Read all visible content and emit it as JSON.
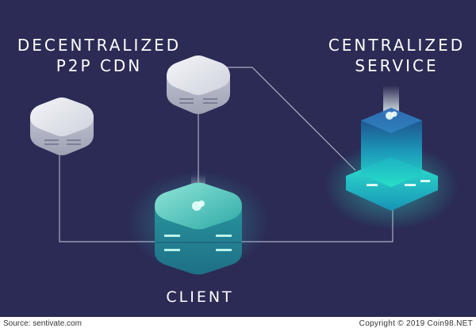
{
  "diagram": {
    "decentralized_label": {
      "line1": "DECENTRALIZED",
      "line2": "P2P CDN"
    },
    "centralized_label": {
      "line1": "CENTRALIZED",
      "line2": "SERVICE"
    },
    "client_label": "CLIENT"
  },
  "footer": {
    "source": "Source: sentivate.com",
    "copyright": "Copyright © 2019 Coin98.NET"
  },
  "colors": {
    "background": "#2b2b55",
    "peer_node": "#d9dce5",
    "client_node": "#3cc6b8",
    "server_glow": "#22d6c2",
    "connector": "#c4c4d6"
  }
}
